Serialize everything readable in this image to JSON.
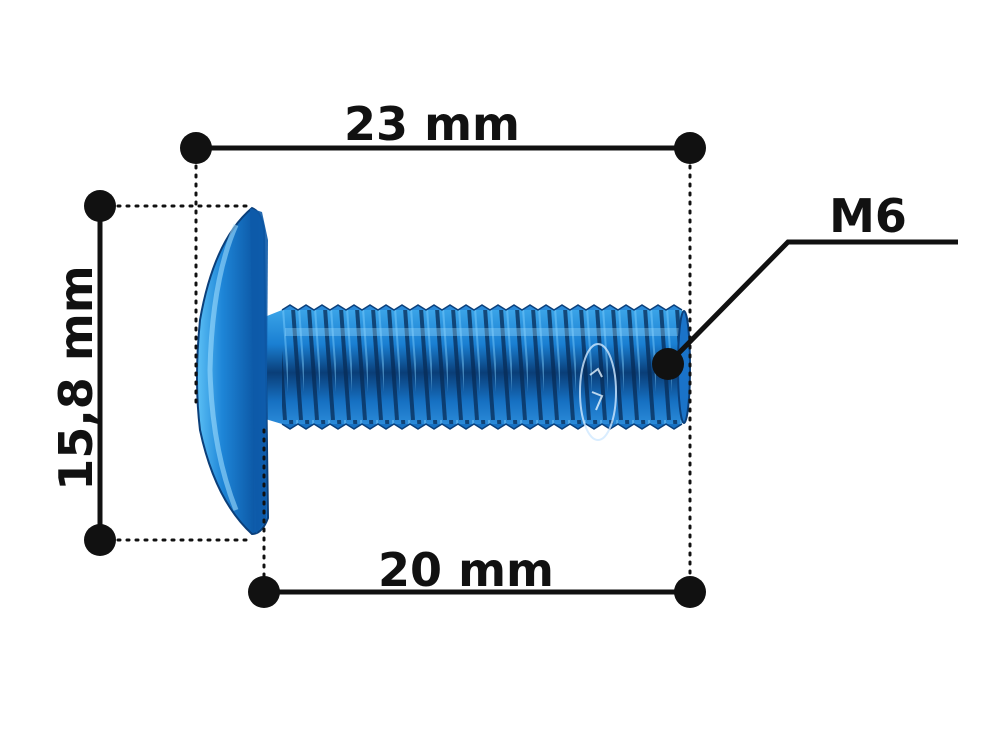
{
  "dimensions": {
    "overall_length": "23 mm",
    "thread_length": "20 mm",
    "head_diameter": "15,8 mm",
    "thread_size": "M6"
  },
  "colors": {
    "screw_blue": "#1a73c9",
    "screw_dark": "#0b3f7a",
    "screw_light": "#4fb6f0",
    "ink": "#111111",
    "background": "#ffffff"
  }
}
